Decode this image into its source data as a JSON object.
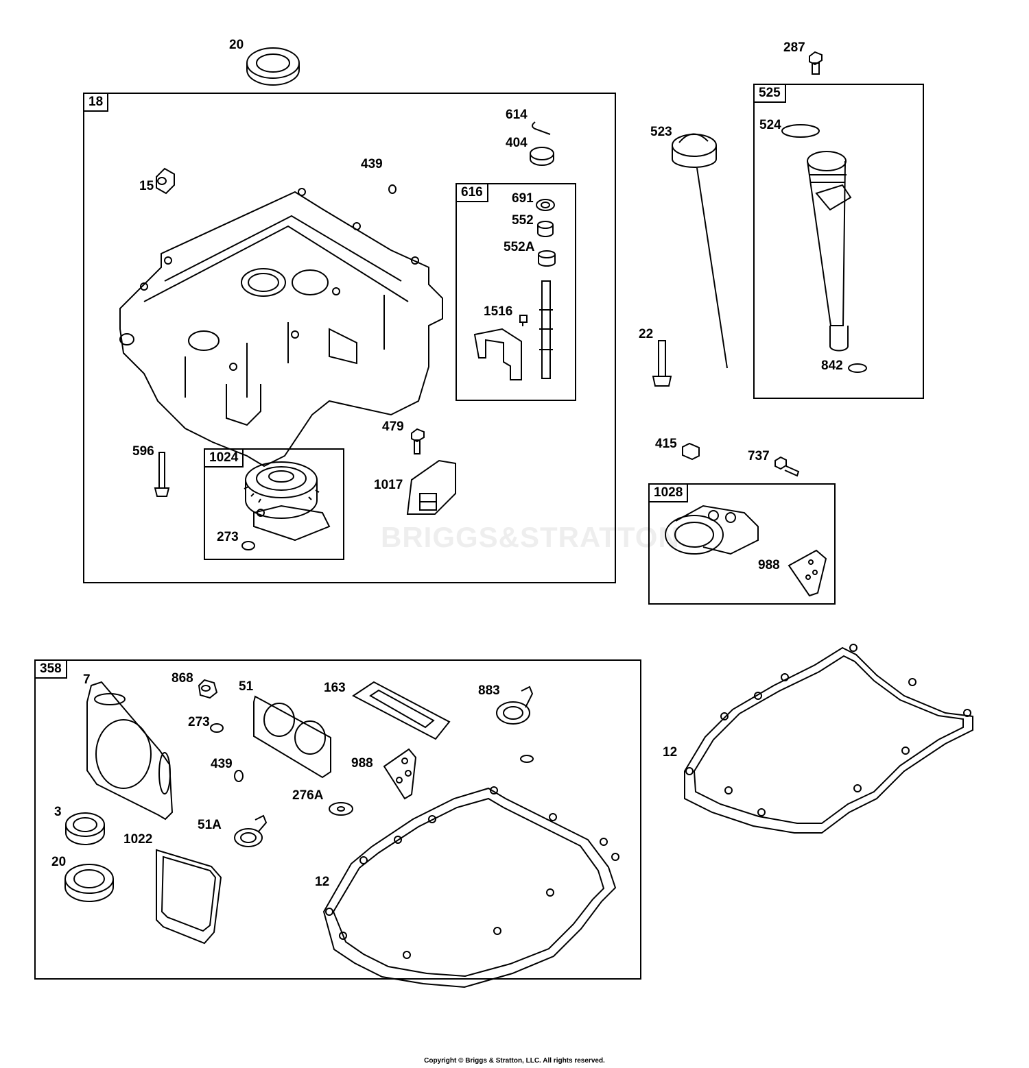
{
  "watermark": "BRIGGS&STRATTON",
  "copyright": "Copyright © Briggs & Stratton, LLC. All rights reserved.",
  "groups": {
    "g18": "18",
    "g616": "616",
    "g525": "525",
    "g1024": "1024",
    "g1028": "1028",
    "g358": "358"
  },
  "labels": {
    "p20_top": "20",
    "p287": "287",
    "p614": "614",
    "p404": "404",
    "p15": "15",
    "p439_top": "439",
    "p691": "691",
    "p552": "552",
    "p552A": "552A",
    "p1516": "1516",
    "p523": "523",
    "p524": "524",
    "p842": "842",
    "p22": "22",
    "p596": "596",
    "p479": "479",
    "p1017": "1017",
    "p273_top": "273",
    "p415": "415",
    "p737": "737",
    "p988_top": "988",
    "p7": "7",
    "p868": "868",
    "p51": "51",
    "p163": "163",
    "p883": "883",
    "p273_bot": "273",
    "p439_bot": "439",
    "p988_bot": "988",
    "p276A": "276A",
    "p3": "3",
    "p51A": "51A",
    "p1022": "1022",
    "p20_bot": "20",
    "p12_bot": "12",
    "p12_right": "12"
  }
}
